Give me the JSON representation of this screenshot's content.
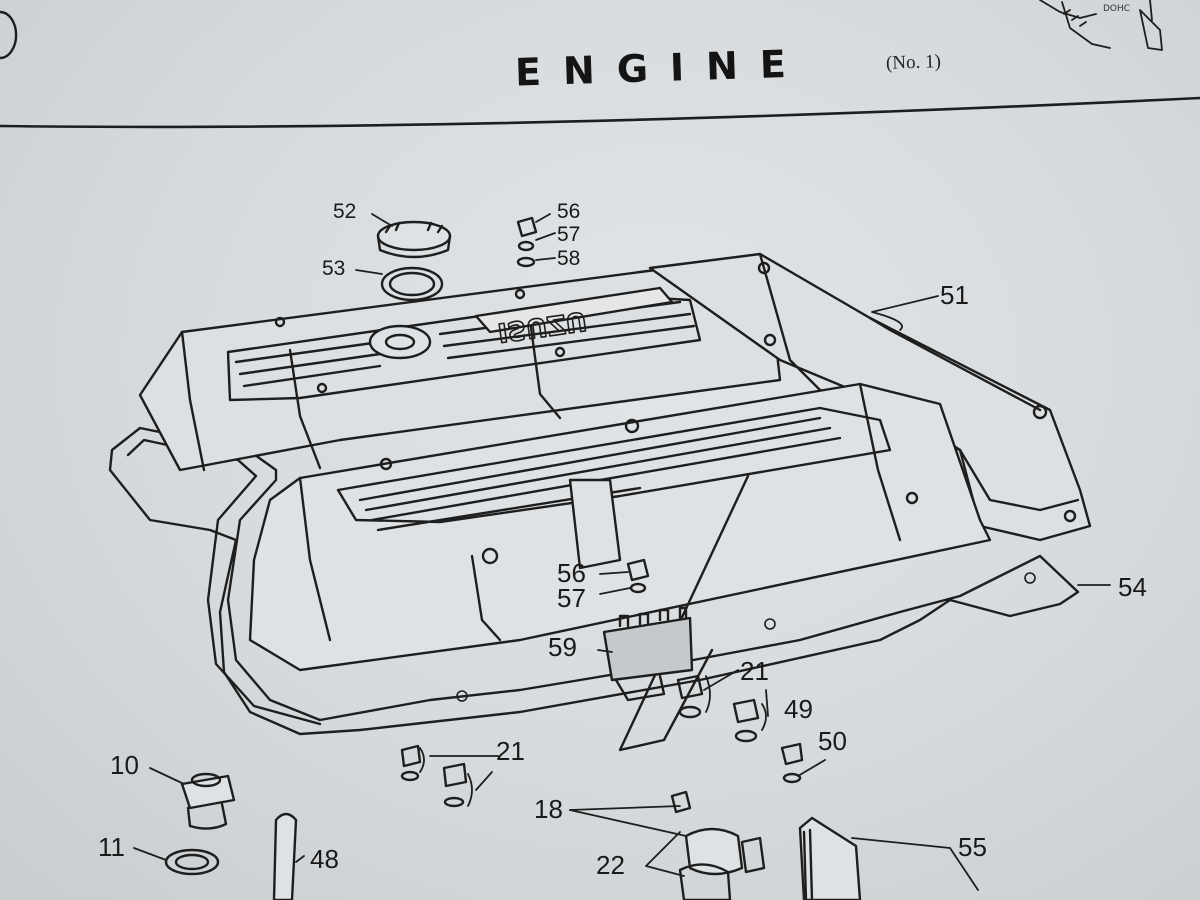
{
  "header": {
    "title": "ENGINE",
    "subtitle": "(No. 1)",
    "corner_label": "DOHC",
    "logo_text": "ISUZU"
  },
  "callouts": {
    "c52": "52",
    "c53": "53",
    "c56a": "56",
    "c57a": "57",
    "c58": "58",
    "c51": "51",
    "c54": "54",
    "c56b": "56",
    "c57b": "57",
    "c59": "59",
    "c21a": "21",
    "c49": "49",
    "c50": "50",
    "c21b": "21",
    "c10": "10",
    "c11": "11",
    "c48": "48",
    "c18": "18",
    "c22": "22",
    "c55": "55"
  }
}
